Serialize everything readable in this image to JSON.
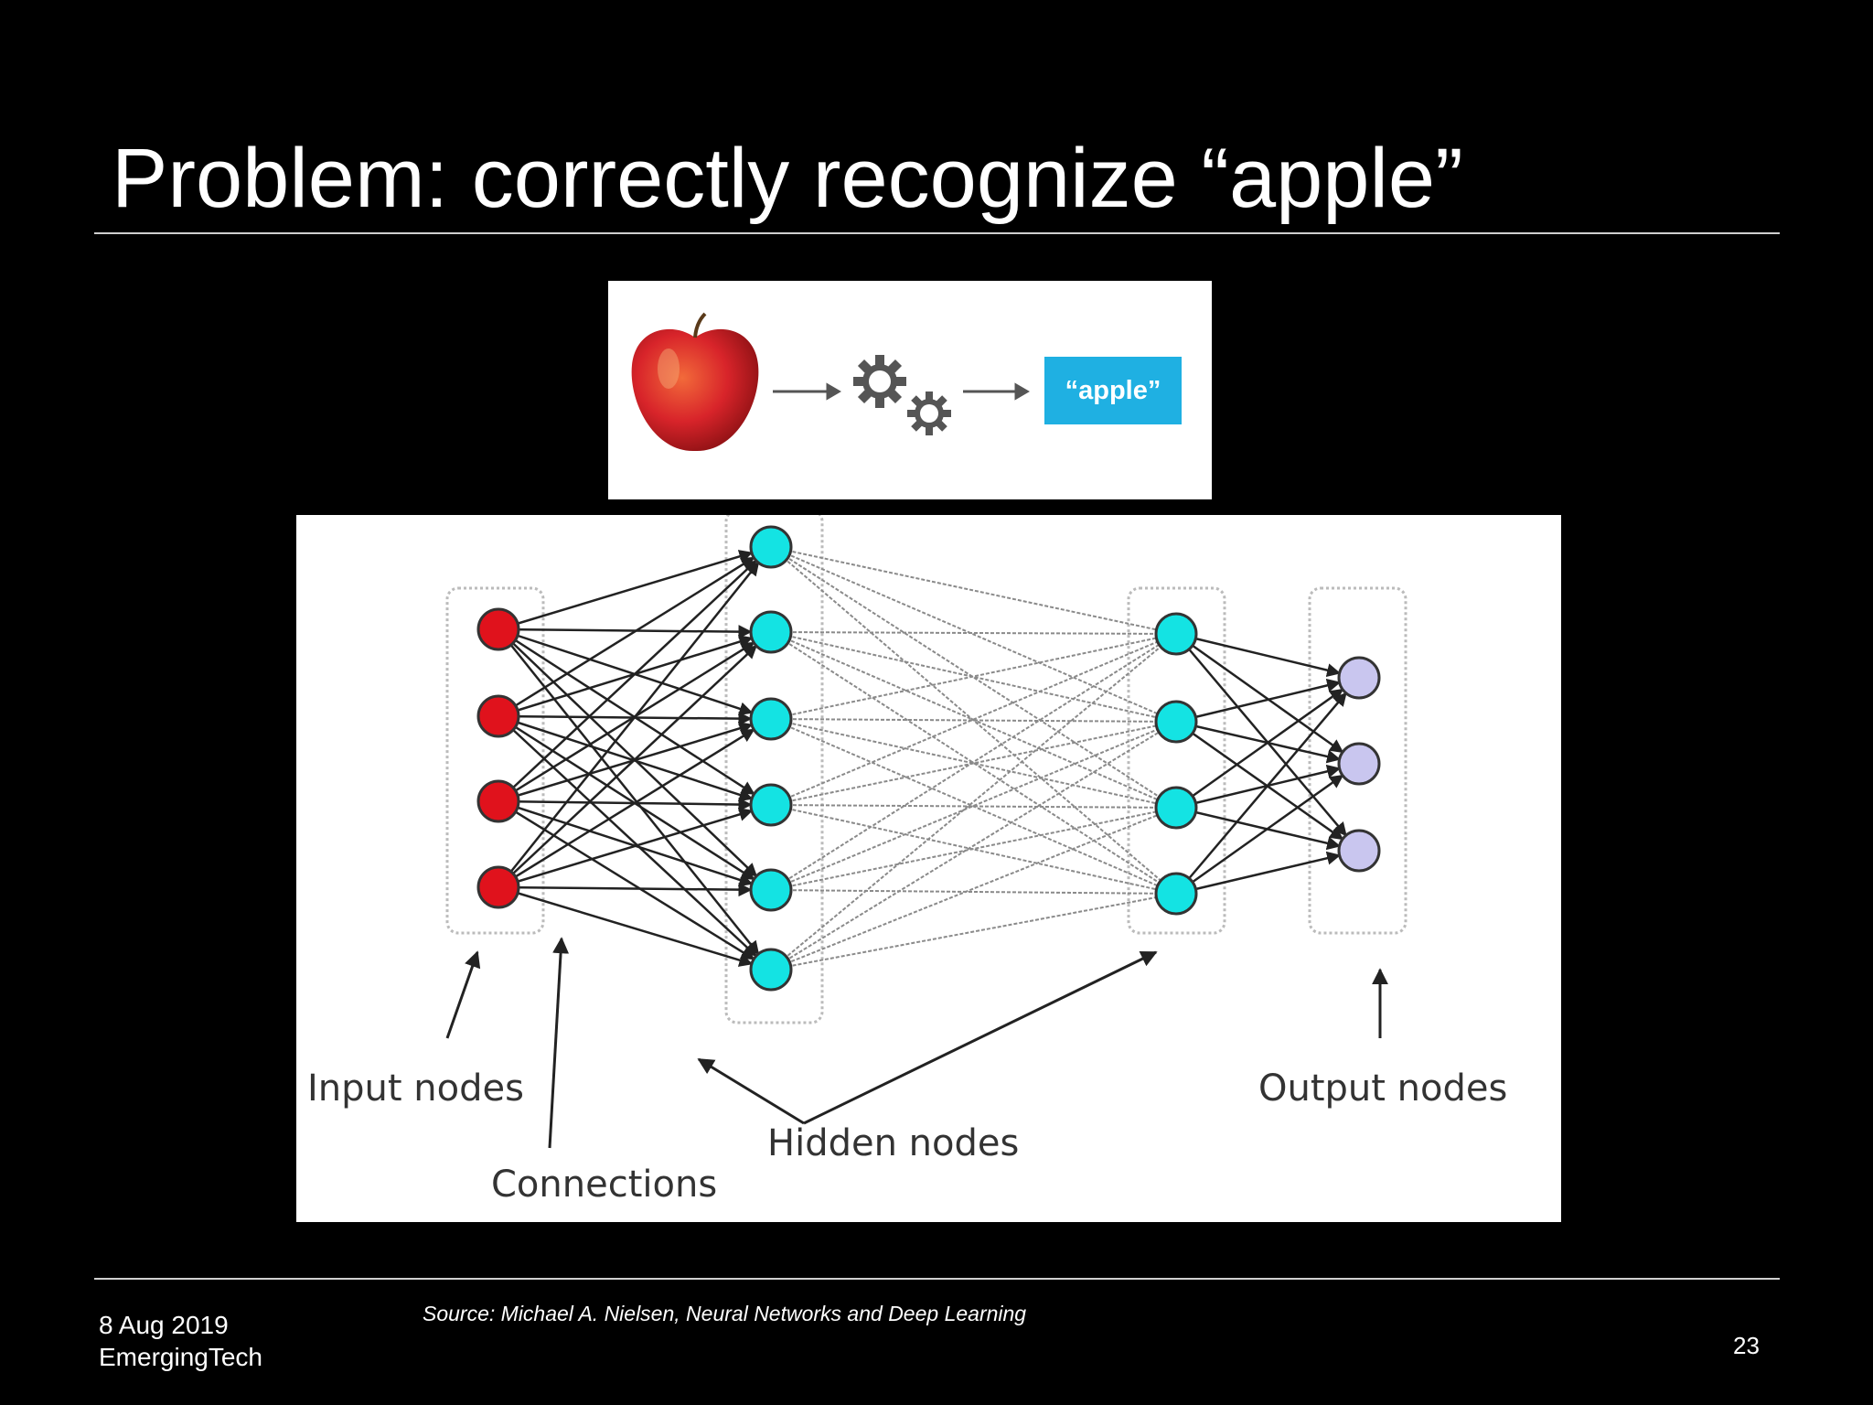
{
  "slide": {
    "title": "Problem: correctly recognize “apple”"
  },
  "apple_figure": {
    "input_icon": "apple-image",
    "process_icon": "gears-icon",
    "output_label": "“apple”"
  },
  "network_figure": {
    "layers": [
      {
        "role": "input",
        "nodes": 4,
        "color": "#e0121c"
      },
      {
        "role": "hidden",
        "nodes": 6,
        "color": "#14e3e3"
      },
      {
        "role": "hidden",
        "nodes": 4,
        "color": "#14e3e3"
      },
      {
        "role": "output",
        "nodes": 3,
        "color": "#c9c6ef"
      }
    ],
    "labels": {
      "input": "Input nodes",
      "connections": "Connections",
      "hidden": "Hidden nodes",
      "output": "Output nodes"
    }
  },
  "footer": {
    "date": "8 Aug 2019",
    "org": "EmergingTech",
    "source": "Source: Michael A. Nielsen, Neural Networks and Deep Learning",
    "page_number": "23"
  }
}
